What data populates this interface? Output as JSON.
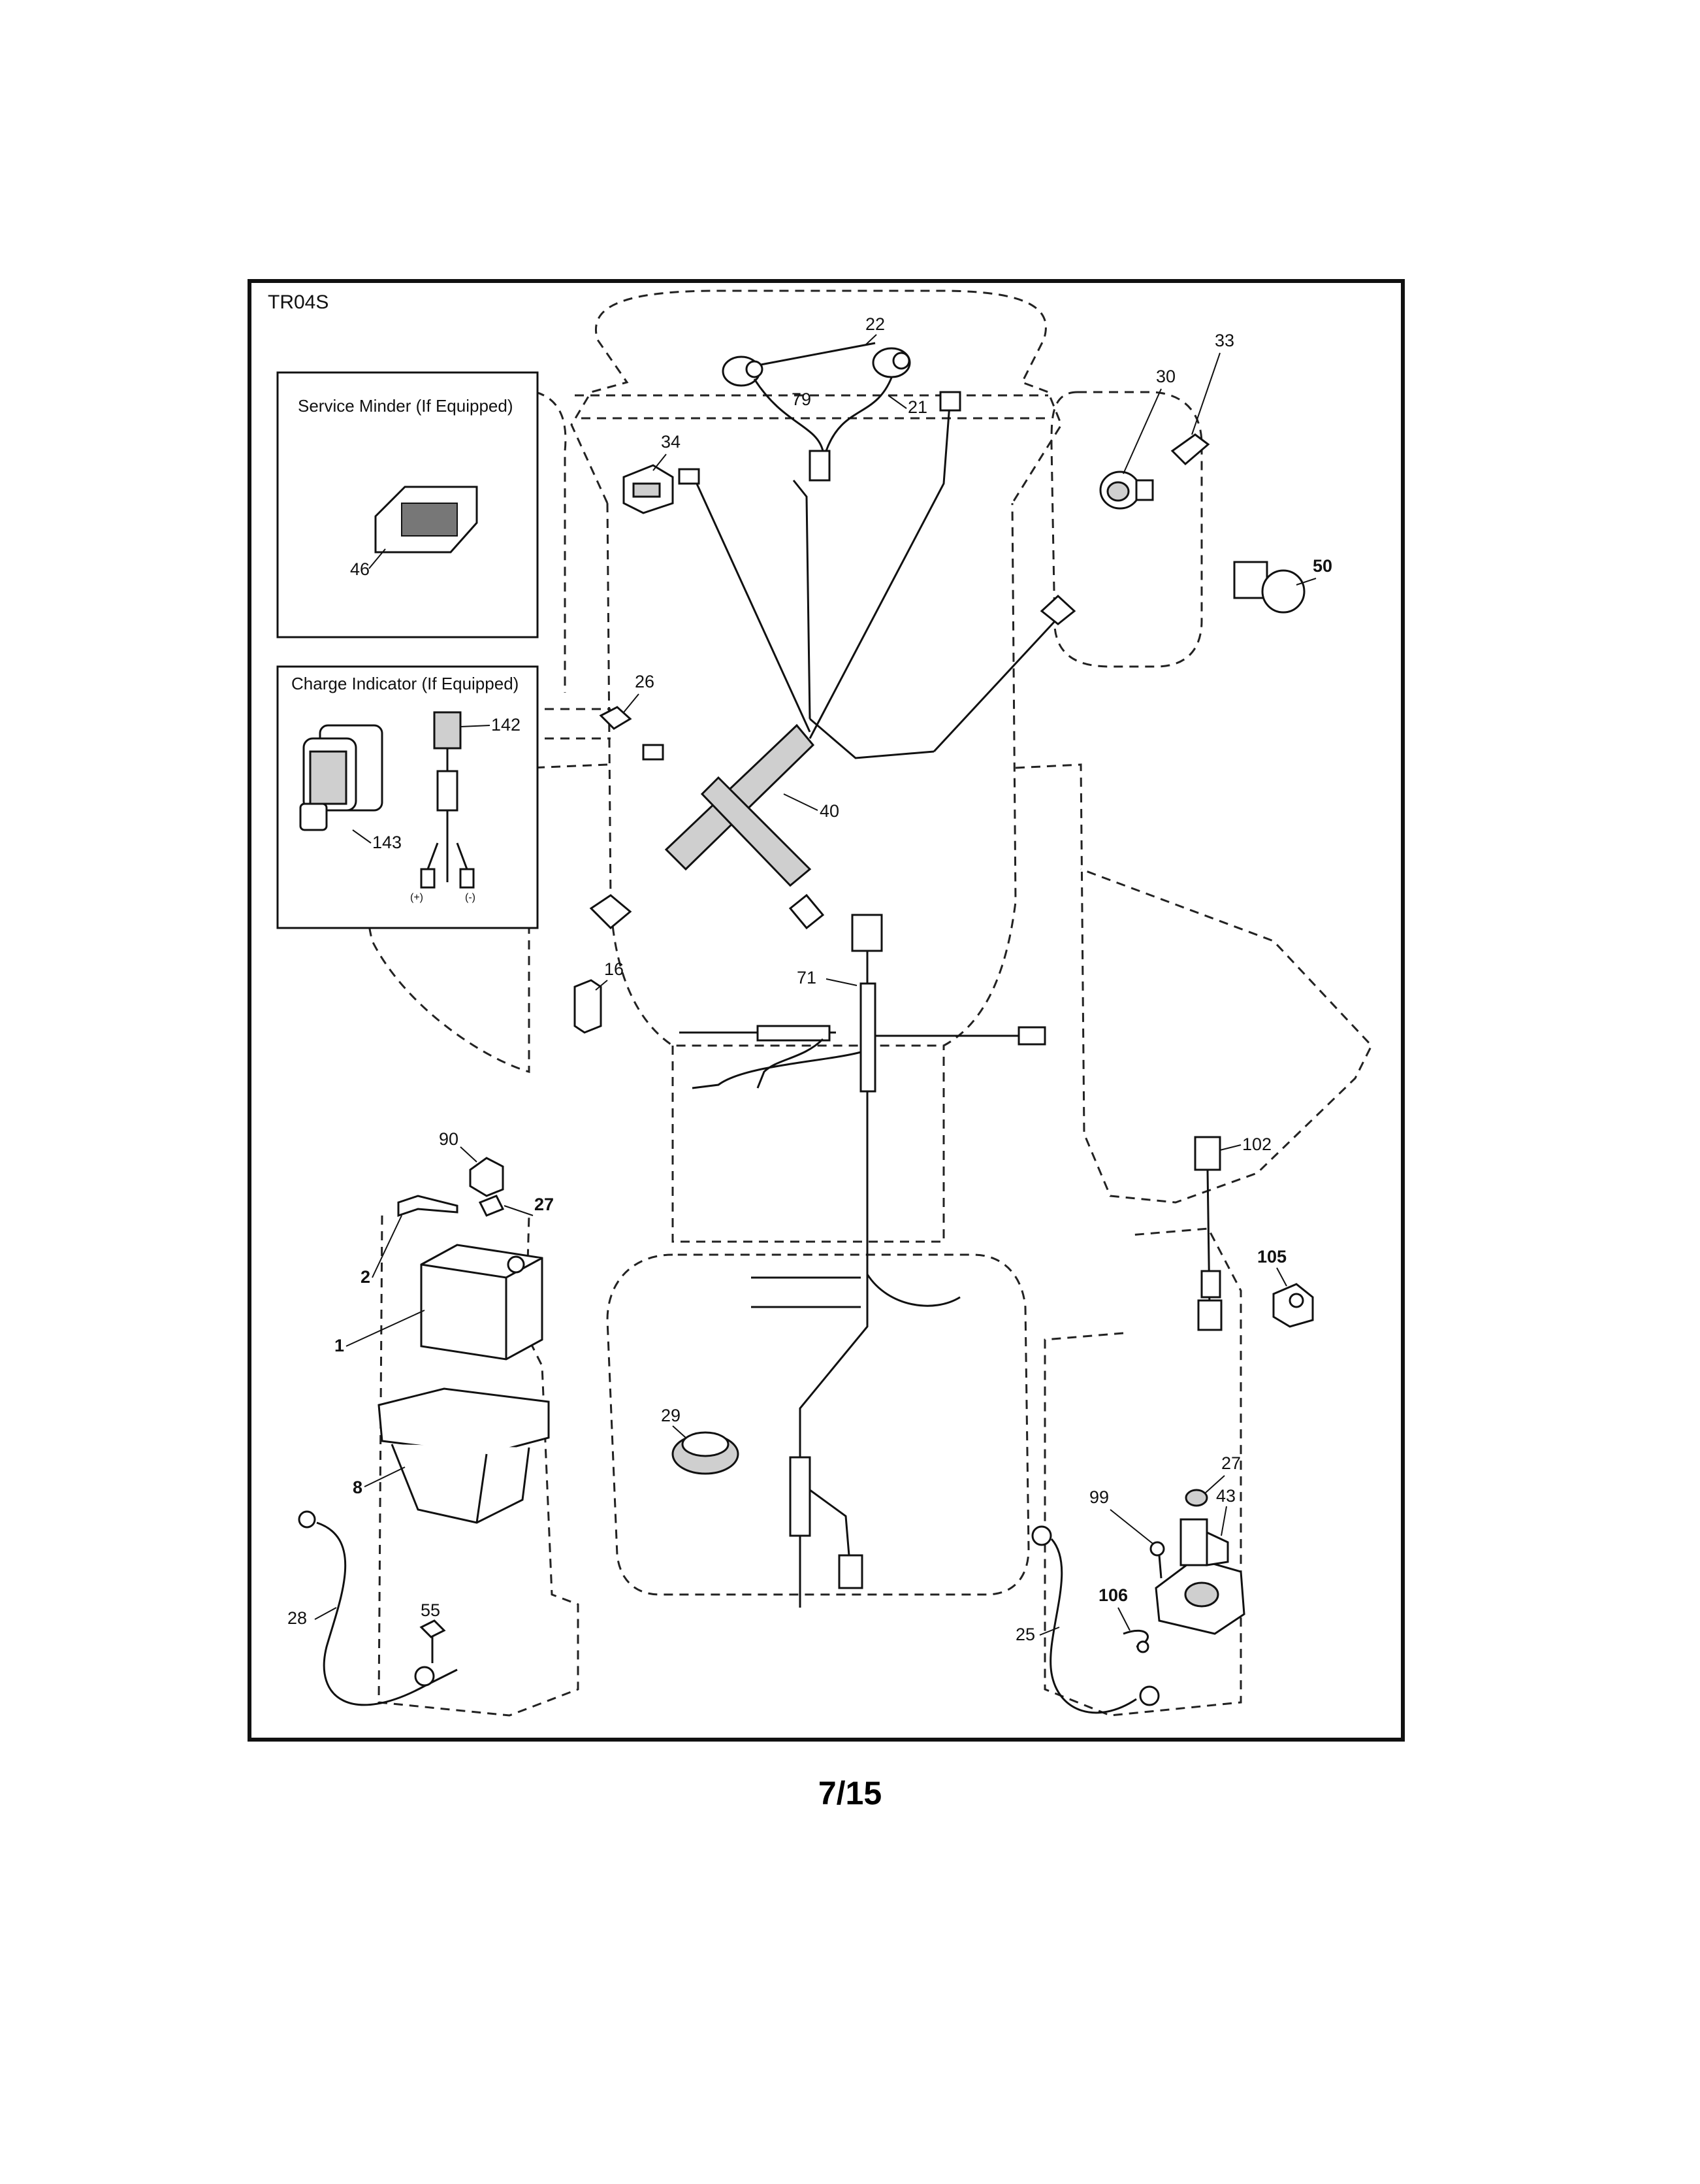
{
  "diagram": {
    "code": "TR04S",
    "page_number": "7/15",
    "insets": {
      "service_minder": "Service Minder (If Equipped)",
      "charge_indicator": "Charge Indicator (If Equipped)",
      "terminal_plus": "(+)",
      "terminal_minus": "(-)"
    },
    "callouts": {
      "c1": "1",
      "c2": "2",
      "c8": "8",
      "c16": "16",
      "c21": "21",
      "c22": "22",
      "c25": "25",
      "c26": "26",
      "c27a": "27",
      "c27b": "27",
      "c28": "28",
      "c29": "29",
      "c30": "30",
      "c33": "33",
      "c34": "34",
      "c40": "40",
      "c43": "43",
      "c46": "46",
      "c50": "50",
      "c55": "55",
      "c71": "71",
      "c79": "79",
      "c90": "90",
      "c99": "99",
      "c102": "102",
      "c105": "105",
      "c106": "106",
      "c142": "142",
      "c143": "143"
    }
  }
}
